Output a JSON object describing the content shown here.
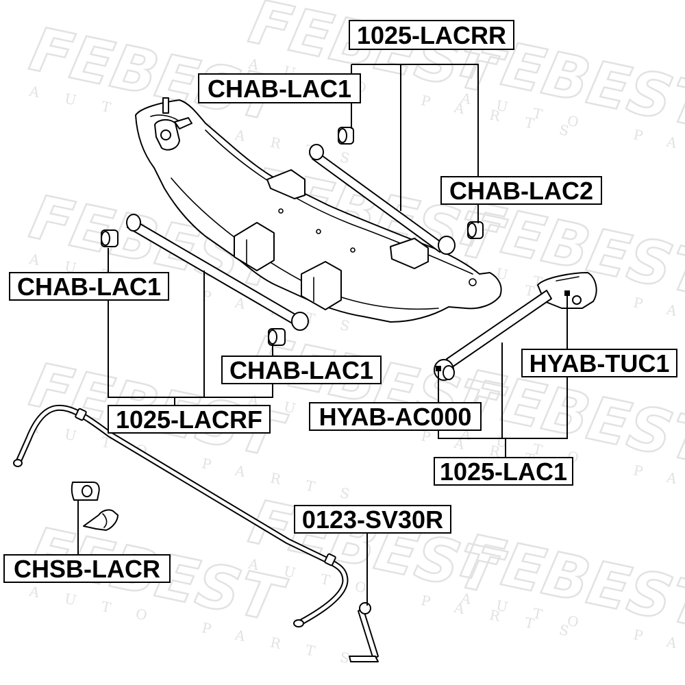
{
  "watermark": {
    "brand": "FEBEST",
    "sub": "AUTO PARTS"
  },
  "labels": [
    {
      "id": "lbl-1025-lacrr",
      "text": "1025-LACRR"
    },
    {
      "id": "lbl-chab-lac1-top",
      "text": "CHAB-LAC1"
    },
    {
      "id": "lbl-chab-lac2",
      "text": "CHAB-LAC2"
    },
    {
      "id": "lbl-chab-lac1-left",
      "text": "CHAB-LAC1"
    },
    {
      "id": "lbl-chab-lac1-mid",
      "text": "CHAB-LAC1"
    },
    {
      "id": "lbl-1025-lacrf",
      "text": "1025-LACRF"
    },
    {
      "id": "lbl-hyab-tuc1",
      "text": "HYAB-TUC1"
    },
    {
      "id": "lbl-hyab-ac000",
      "text": "HYAB-AC000"
    },
    {
      "id": "lbl-1025-lac1",
      "text": "1025-LAC1"
    },
    {
      "id": "lbl-0123-sv30r",
      "text": "0123-SV30R"
    },
    {
      "id": "lbl-chsb-lacr",
      "text": "CHSB-LACR"
    }
  ]
}
